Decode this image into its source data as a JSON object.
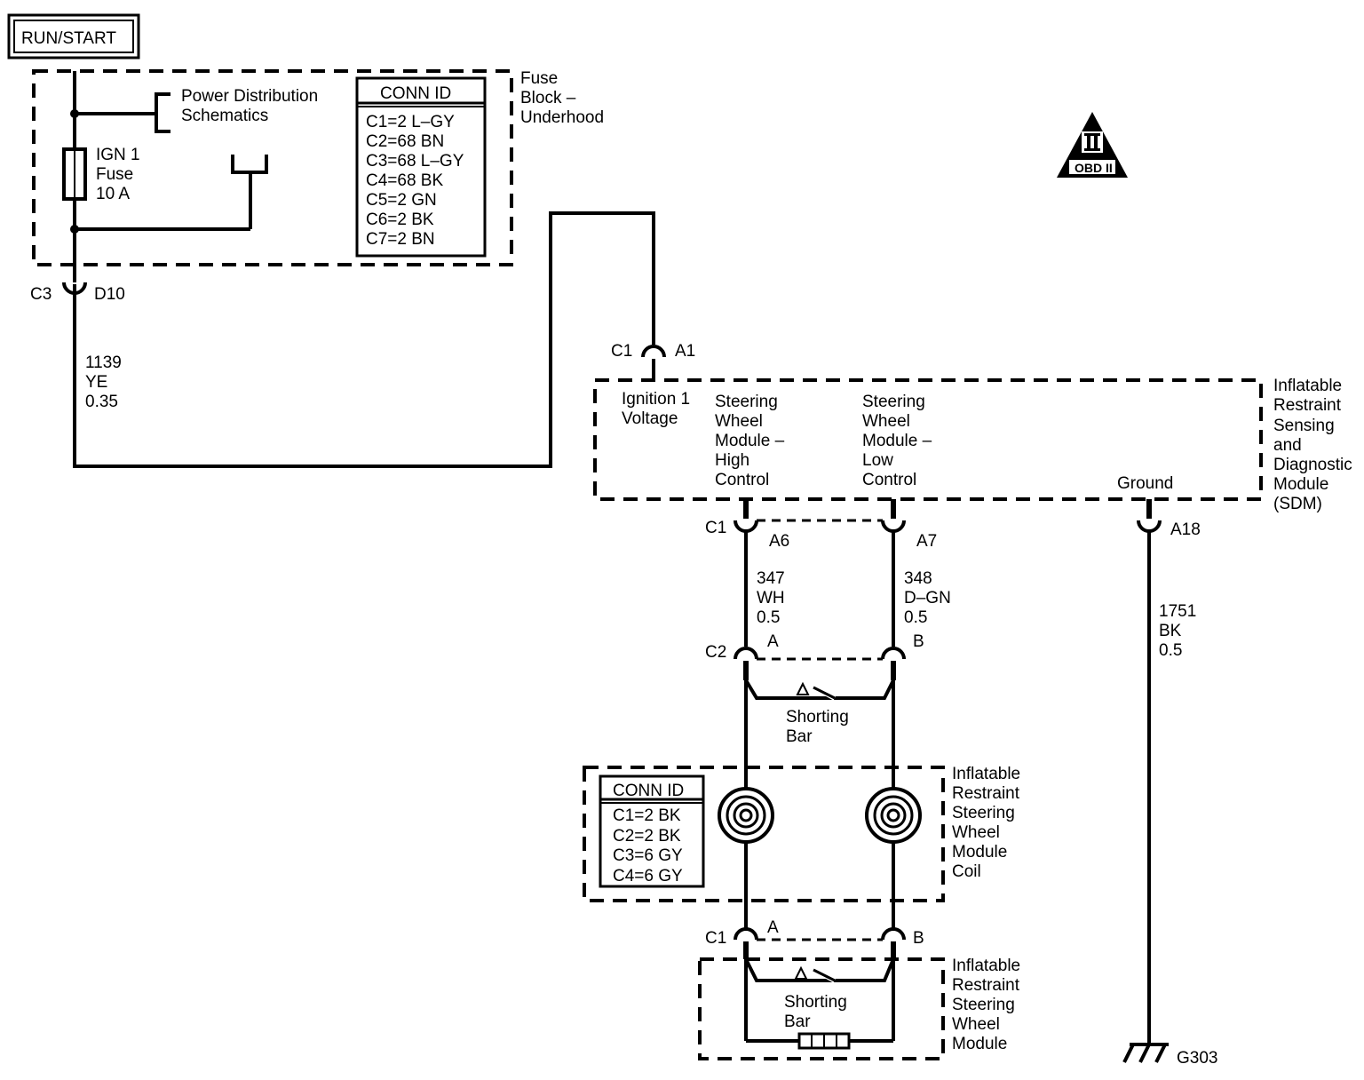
{
  "power_label": "RUN/START",
  "fuse_block": {
    "title": [
      "Fuse",
      "Block –",
      "Underhood"
    ],
    "power_dist": [
      "Power Distribution",
      "Schematics"
    ],
    "fuse": [
      "IGN 1",
      "Fuse",
      "10 A"
    ],
    "conn_id_title": "CONN ID",
    "conn_ids": [
      "C1=2 L–GY",
      "C2=68 BN",
      "C3=68 L–GY",
      "C4=68 BK",
      "C5=2 GN",
      "C6=2 BK",
      "C7=2 BN"
    ]
  },
  "conn_c3": {
    "left": "C3",
    "right": "D10"
  },
  "wire_1139": [
    "1139",
    "YE",
    "0.35"
  ],
  "obd": {
    "numeral": "II",
    "text": "OBD II"
  },
  "sdm_conn_in": {
    "left": "C1",
    "right": "A1"
  },
  "sdm": {
    "title": [
      "Inflatable",
      "Restraint",
      "Sensing",
      "and",
      "Diagnostic",
      "Module",
      "(SDM)"
    ],
    "ignition": [
      "Ignition 1",
      "Voltage"
    ],
    "high": [
      "Steering",
      "Wheel",
      "Module –",
      "High",
      "Control"
    ],
    "low": [
      "Steering",
      "Wheel",
      "Module –",
      "Low",
      "Control"
    ],
    "ground": "Ground"
  },
  "sdm_conn_out": {
    "c1": "C1",
    "a6": "A6",
    "a7": "A7",
    "a18": "A18"
  },
  "wire_347": [
    "347",
    "WH",
    "0.5"
  ],
  "wire_348": [
    "348",
    "D–GN",
    "0.5"
  ],
  "wire_1751": [
    "1751",
    "BK",
    "0.5"
  ],
  "conn_c2": {
    "left": "C2",
    "a": "A",
    "b": "B"
  },
  "shorting_bar_1": [
    "Shorting",
    "Bar"
  ],
  "coil": {
    "title": [
      "Inflatable",
      "Restraint",
      "Steering",
      "Wheel",
      "Module",
      "Coil"
    ],
    "conn_id_title": "CONN ID",
    "conn_ids": [
      "C1=2 BK",
      "C2=2 BK",
      "C3=6 GY",
      "C4=6 GY"
    ]
  },
  "conn_c1_low": {
    "left": "C1",
    "a": "A",
    "b": "B"
  },
  "shorting_bar_2": [
    "Shorting",
    "Bar"
  ],
  "module": {
    "title": [
      "Inflatable",
      "Restraint",
      "Steering",
      "Wheel",
      "Module"
    ]
  },
  "ground_label": "G303"
}
